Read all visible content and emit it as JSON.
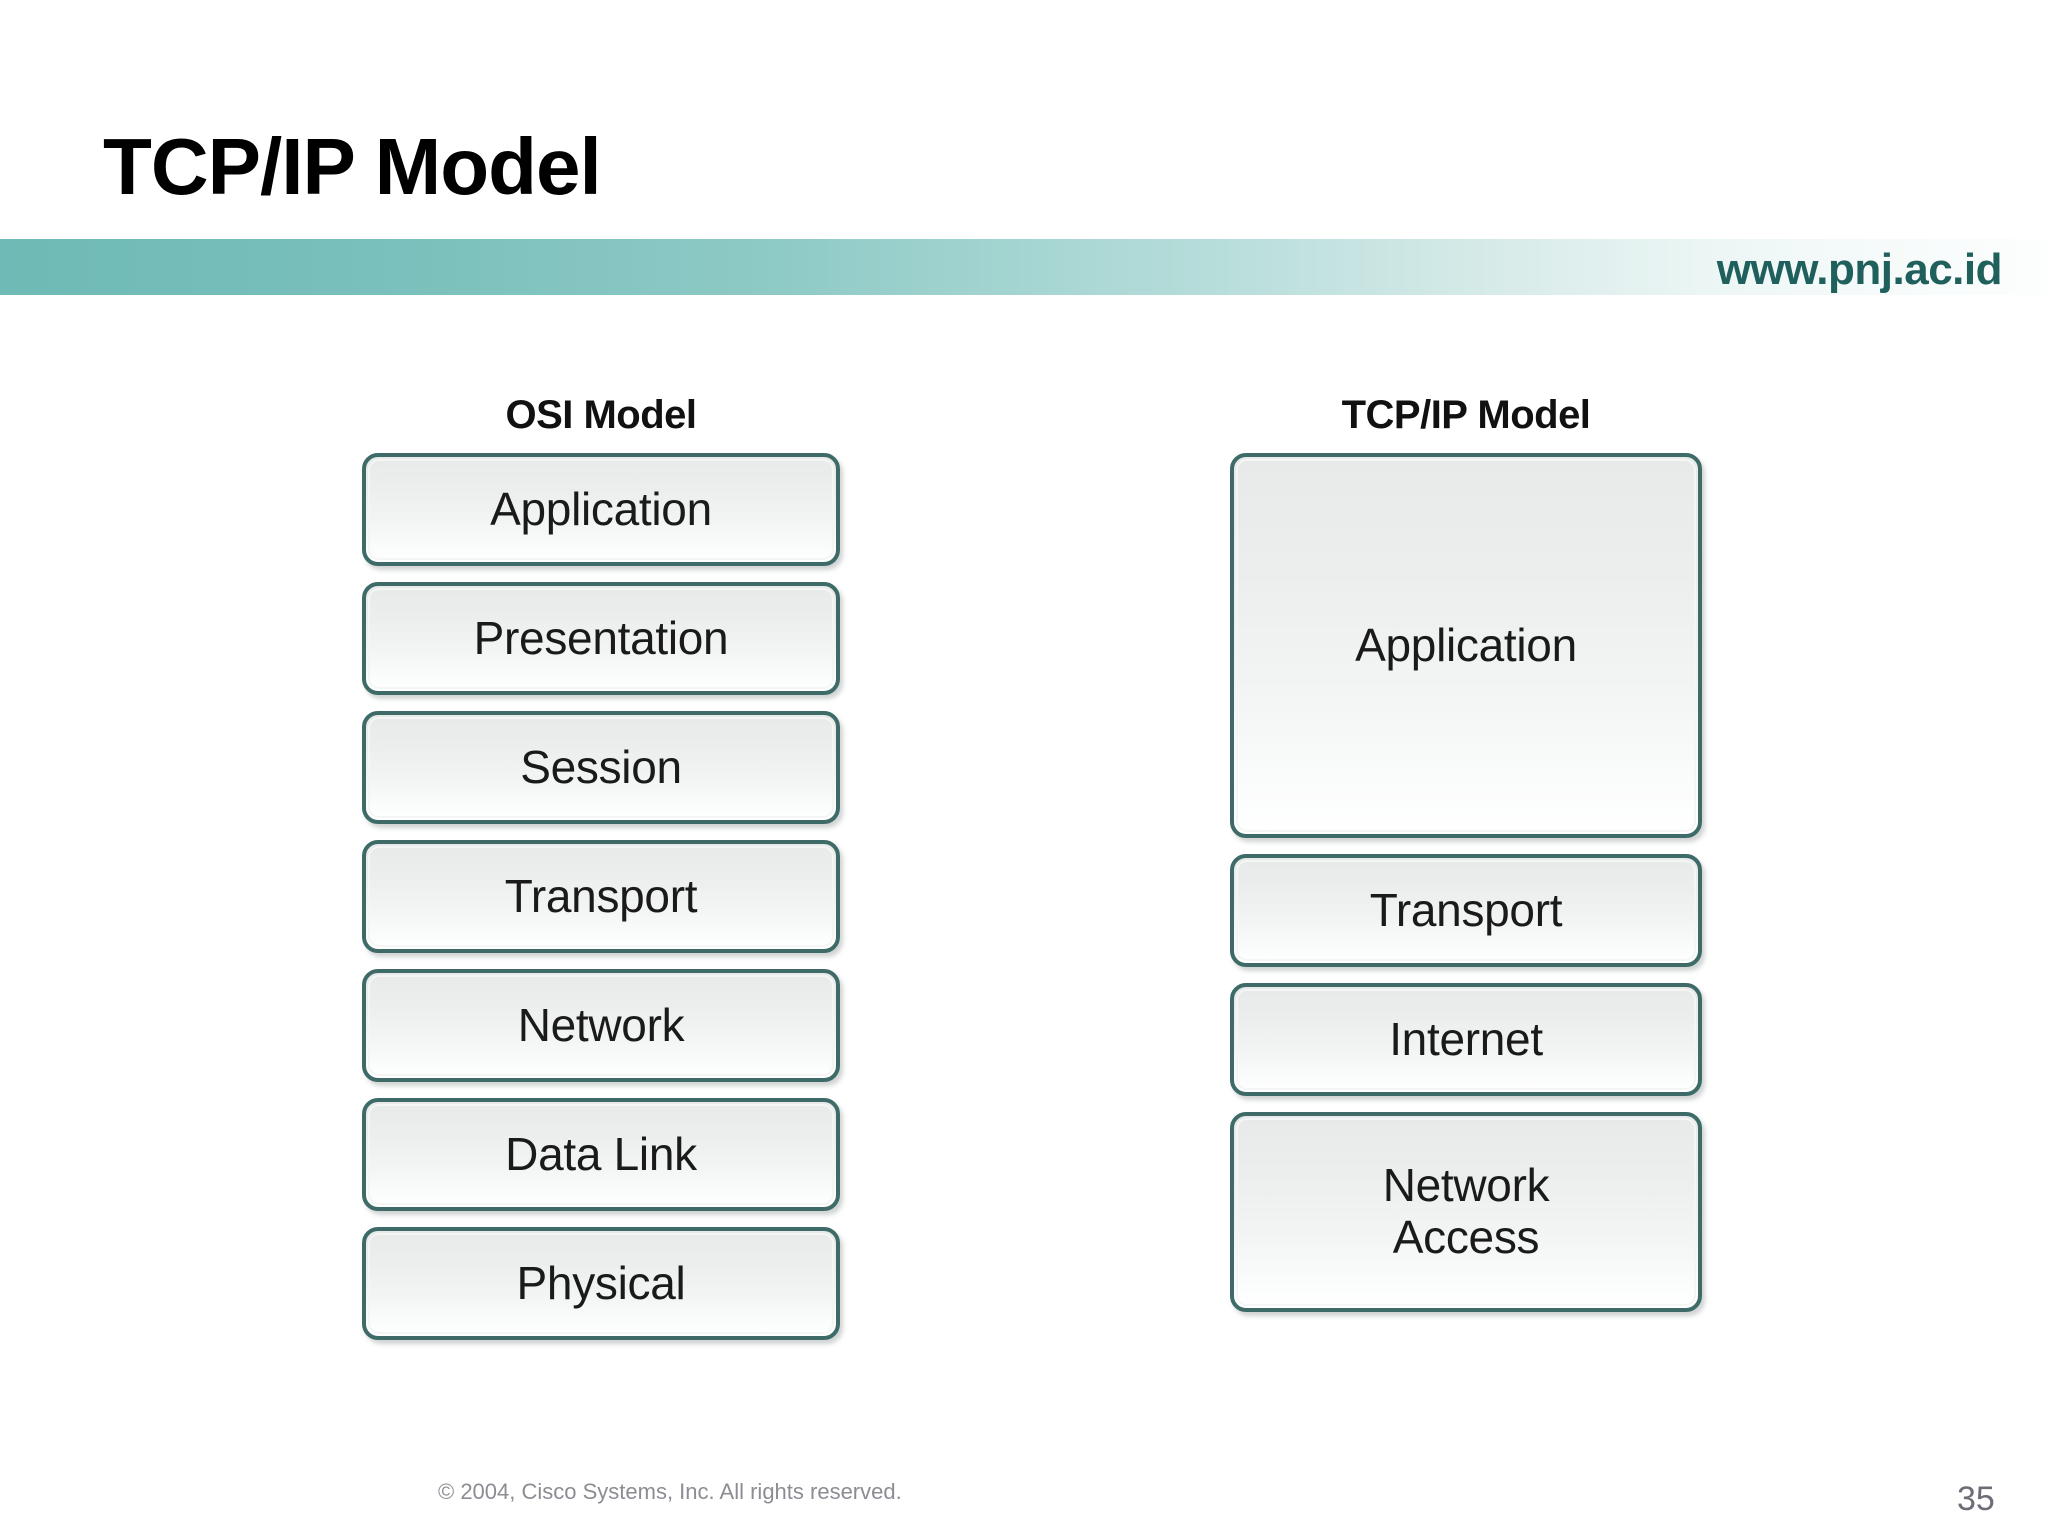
{
  "slide": {
    "title": "TCP/IP Model",
    "banner_url": "www.pnj.ac.id",
    "accent_teal": "#6fbab6",
    "url_color": "#1f5f5c",
    "box_border_color": "#3e6b68"
  },
  "diagram": {
    "columns": [
      {
        "header": "OSI Model",
        "layers": [
          {
            "label": "Application"
          },
          {
            "label": "Presentation"
          },
          {
            "label": "Session"
          },
          {
            "label": "Transport"
          },
          {
            "label": "Network"
          },
          {
            "label": "Data Link"
          },
          {
            "label": "Physical"
          }
        ]
      },
      {
        "header": "TCP/IP Model",
        "layers": [
          {
            "label": "Application"
          },
          {
            "label": "Transport"
          },
          {
            "label": "Internet"
          },
          {
            "label": "Network\nAccess"
          }
        ]
      }
    ]
  },
  "footer": {
    "copyright": "© 2004, Cisco Systems, Inc. All rights reserved.",
    "page_number": "35"
  }
}
